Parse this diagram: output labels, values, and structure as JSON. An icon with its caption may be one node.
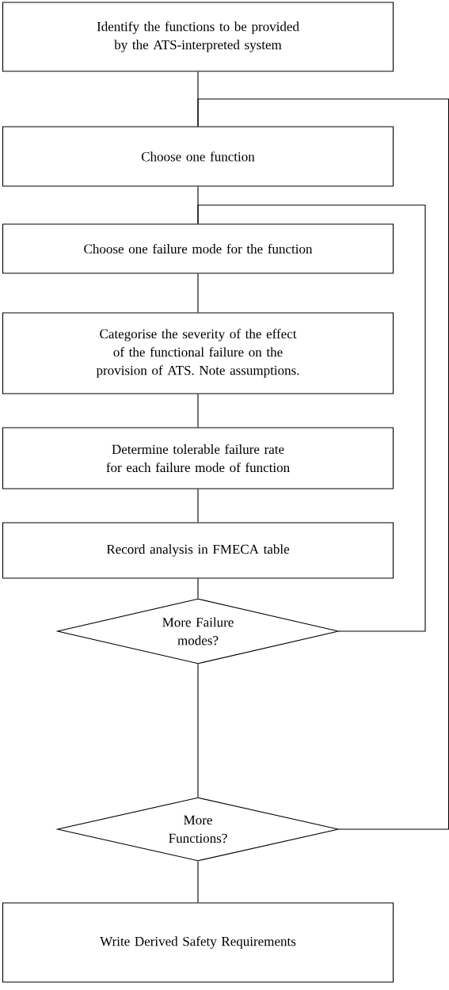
{
  "diagram": {
    "nodes": [
      {
        "text": [
          "Identify the functions to be provided by the ATS-interpreted system"
        ]
      },
      {
        "text": [
          "Choose one function"
        ]
      },
      {
        "text": [
          "Choose one failure mode for the function"
        ]
      },
      {
        "text": [
          "Categorise the severity of the effect of the functional failure on the provision of ATS. Note assumptions."
        ]
      },
      {
        "text": [
          "Determine tolerable failure rate for each failure mode of function"
        ]
      },
      {
        "text": [
          "Record analysis in FMECA table"
        ]
      },
      {
        "text": [
          "More Failure modes?"
        ]
      },
      {
        "text": [
          "More Functions?"
        ]
      },
      {
        "text": [
          "Write Derived Safety Requirements"
        ]
      }
    ],
    "edges": [
      {
        "from": 0,
        "to": 1,
        "arrow": "none"
      },
      {
        "from": 1,
        "to": 2,
        "arrow": "none"
      },
      {
        "from": 2,
        "to": 3,
        "arrow": "none"
      },
      {
        "from": 3,
        "to": 4,
        "arrow": "none"
      },
      {
        "from": 4,
        "to": 5,
        "arrow": "none"
      },
      {
        "from": 5,
        "to": 6,
        "arrow": "none"
      },
      {
        "from": 6,
        "to": 7,
        "arrow": "none"
      },
      {
        "from": 7,
        "to": 8,
        "arrow": "none"
      },
      {
        "from": 6,
        "to": 2,
        "arrow": "none"
      },
      {
        "from": 7,
        "to": 1,
        "arrow": "none"
      }
    ]
  }
}
